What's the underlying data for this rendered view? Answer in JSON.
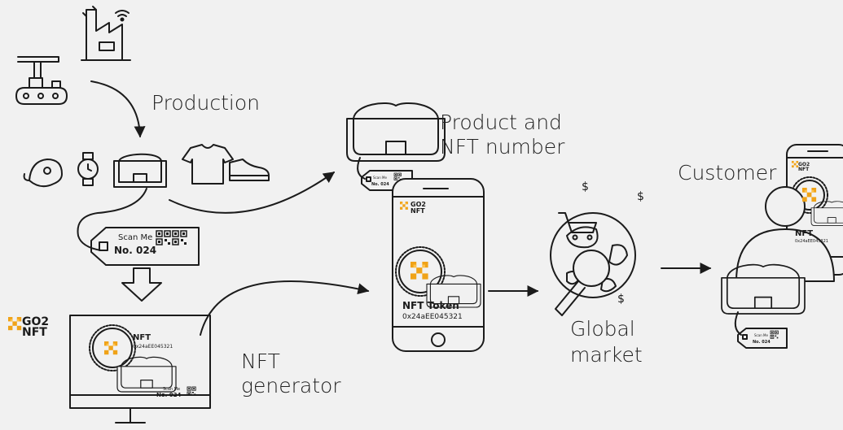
{
  "labels": {
    "production": "Production",
    "product_line1": "Product and",
    "product_line2": "NFT number",
    "global_line1": "Global",
    "global_line2": "market",
    "generator_line1": "NFT",
    "generator_line2": "generator",
    "customer": "Customer"
  },
  "brand": {
    "line1": "GO2",
    "line2": "NFT"
  },
  "tag": {
    "scan": "Scan Me",
    "number": "No. 024"
  },
  "monitor_nft": {
    "title": "NFT",
    "code": "0x24aEE045321"
  },
  "phone_nft": {
    "title": "NFT Token",
    "code": "0x24aEE045321"
  },
  "customer_nft": {
    "title": "NFT",
    "code": "0x24aEE045321"
  },
  "currency_symbol": "$",
  "colors": {
    "background": "#f1f1f1",
    "stroke": "#1b1b1b",
    "accent": "#f0a318"
  }
}
